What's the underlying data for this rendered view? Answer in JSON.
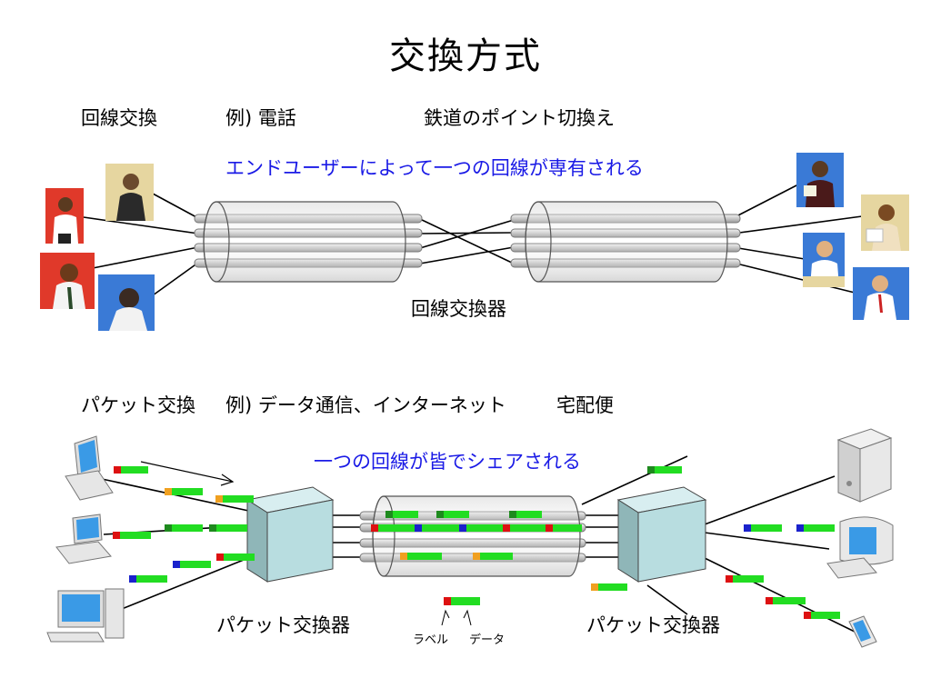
{
  "title": "交換方式",
  "circuit": {
    "heading": "回線交換",
    "example": "例) 電話",
    "analogy": "鉄道のポイント切換え",
    "description": "エンドユーザーによって一つの回線が専有される",
    "switch_label": "回線交換器"
  },
  "packet": {
    "heading": "パケット交換",
    "example": "例) データ通信、インターネット",
    "analogy": "宅配便",
    "description": "一つの回線が皆でシェアされる",
    "switch_left_label": "パケット交換器",
    "switch_right_label": "パケット交換器",
    "legend": {
      "label_text": "ラベル",
      "data_text": "データ"
    }
  },
  "colors": {
    "description_text": "#1a1ae6",
    "packet_data": "#22dd22",
    "packet_labels": [
      "#dd1111",
      "#f0a020",
      "#1a22cc",
      "#1e8a1e"
    ],
    "switch_box": "#b8dde0",
    "cable": "#c8c8c8"
  },
  "icons": {
    "people_left": [
      "person-on-phone-icon",
      "person-on-phone-icon",
      "person-on-phone-icon",
      "person-on-phone-icon"
    ],
    "people_right": [
      "person-on-phone-icon",
      "person-on-phone-icon",
      "person-on-phone-icon",
      "person-on-phone-icon"
    ],
    "computers_left": [
      "laptop-icon",
      "laptop-icon",
      "desktop-pc-icon"
    ],
    "computers_right": [
      "server-tower-icon",
      "desktop-monitor-icon",
      "pda-icon"
    ]
  }
}
